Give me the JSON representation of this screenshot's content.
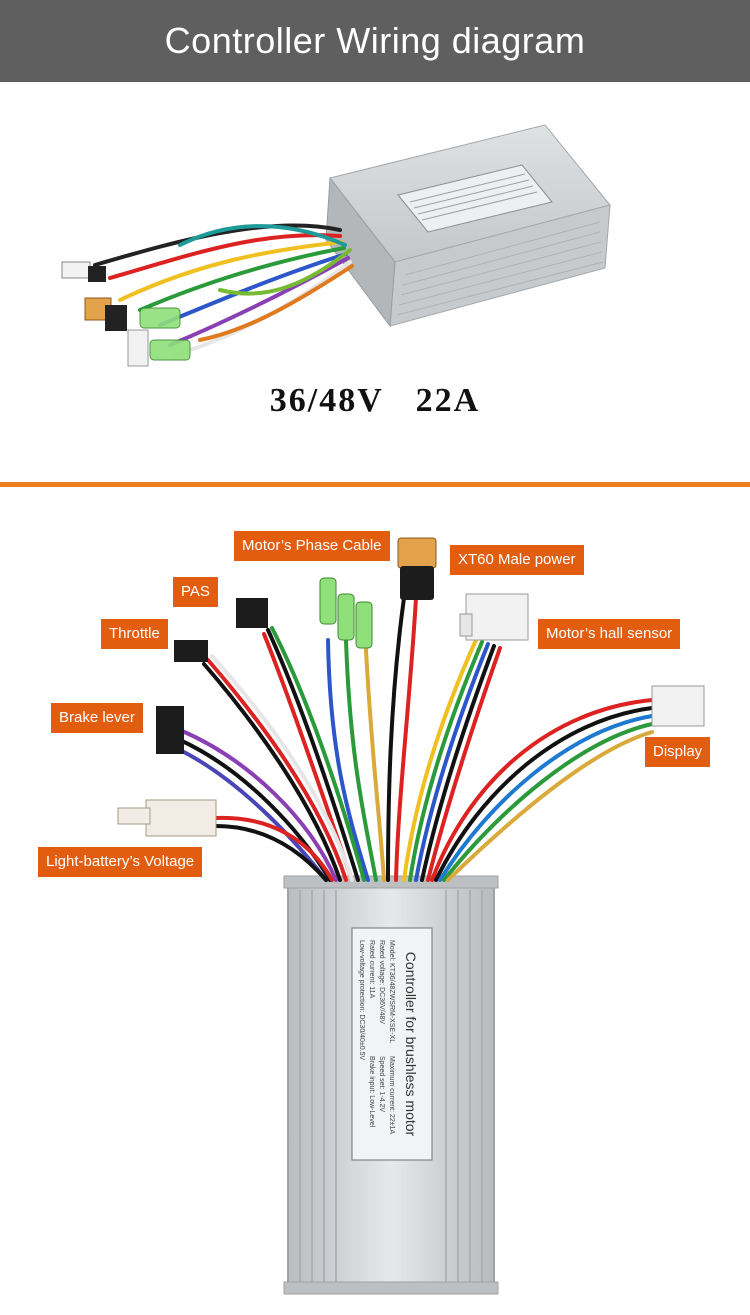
{
  "header": {
    "title": "Controller Wiring diagram"
  },
  "product": {
    "spec": "36/48V   22A",
    "nameplate_title": "Controller for brushless motor"
  },
  "nameplate": {
    "title": "Controller for brushless motor",
    "rows": [
      "Model: KT36/48ZWSRM-XSE-XL",
      "Rated voltage: DC36V/48V",
      "Rated current: 11A",
      "Low-voltage protection: DC30/40±0.5V",
      "Maximum current: 22±1A",
      "Speed set: 1-4.2V",
      "Brake input: Low-Level"
    ]
  },
  "callouts": {
    "motor_phase": "Motor’s Phase Cable",
    "xt60": "XT60 Male power",
    "pas": "PAS",
    "throttle": "Throttle",
    "hall": "Motor’s hall sensor",
    "brake": "Brake lever",
    "display": "Display",
    "light": "Light-battery’s Voltage"
  },
  "colors": {
    "header_bg": "#5f5f5f",
    "accent_orange": "#ef7d22",
    "callout_bg": "#e35d10",
    "aluminum": "#cfd2d4"
  }
}
